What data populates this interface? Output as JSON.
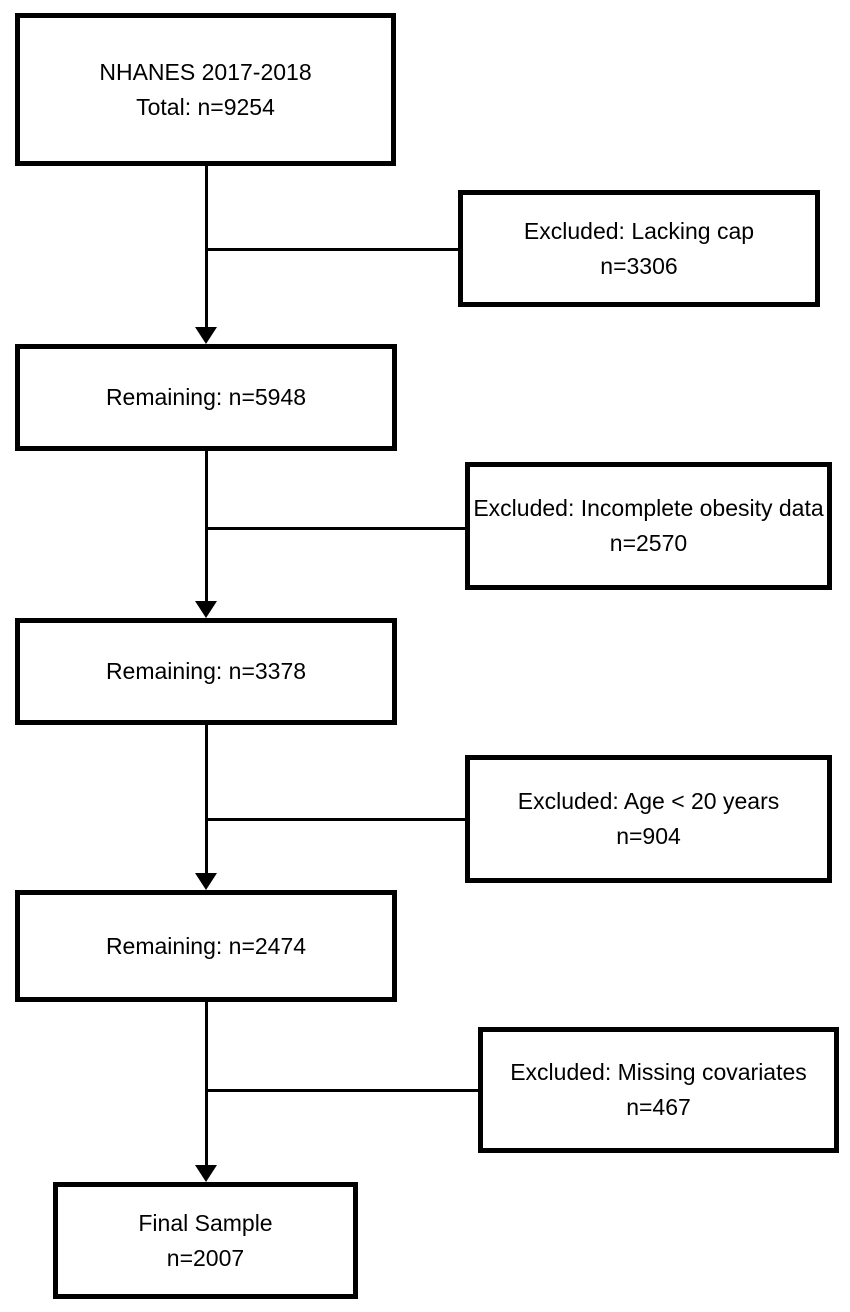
{
  "diagram": {
    "colors": {
      "line": "#000000",
      "background": "#ffffff",
      "text": "#000000"
    },
    "steps": [
      {
        "line1": "NHANES 2017-2018",
        "line2": "Total: n=9254"
      },
      {
        "line1": "Remaining: n=5948"
      },
      {
        "line1": "Remaining: n=3378"
      },
      {
        "line1": "Remaining: n=2474"
      },
      {
        "line1": "Final Sample",
        "line2": "n=2007"
      }
    ],
    "exclusions": [
      {
        "line1": "Excluded: Lacking cap",
        "line2": "n=3306"
      },
      {
        "line1": "Excluded: Incomplete obesity data",
        "line2": "n=2570"
      },
      {
        "line1": "Excluded: Age < 20 years",
        "line2": "n=904"
      },
      {
        "line1": "Excluded: Missing covariates",
        "line2": "n=467"
      }
    ]
  }
}
